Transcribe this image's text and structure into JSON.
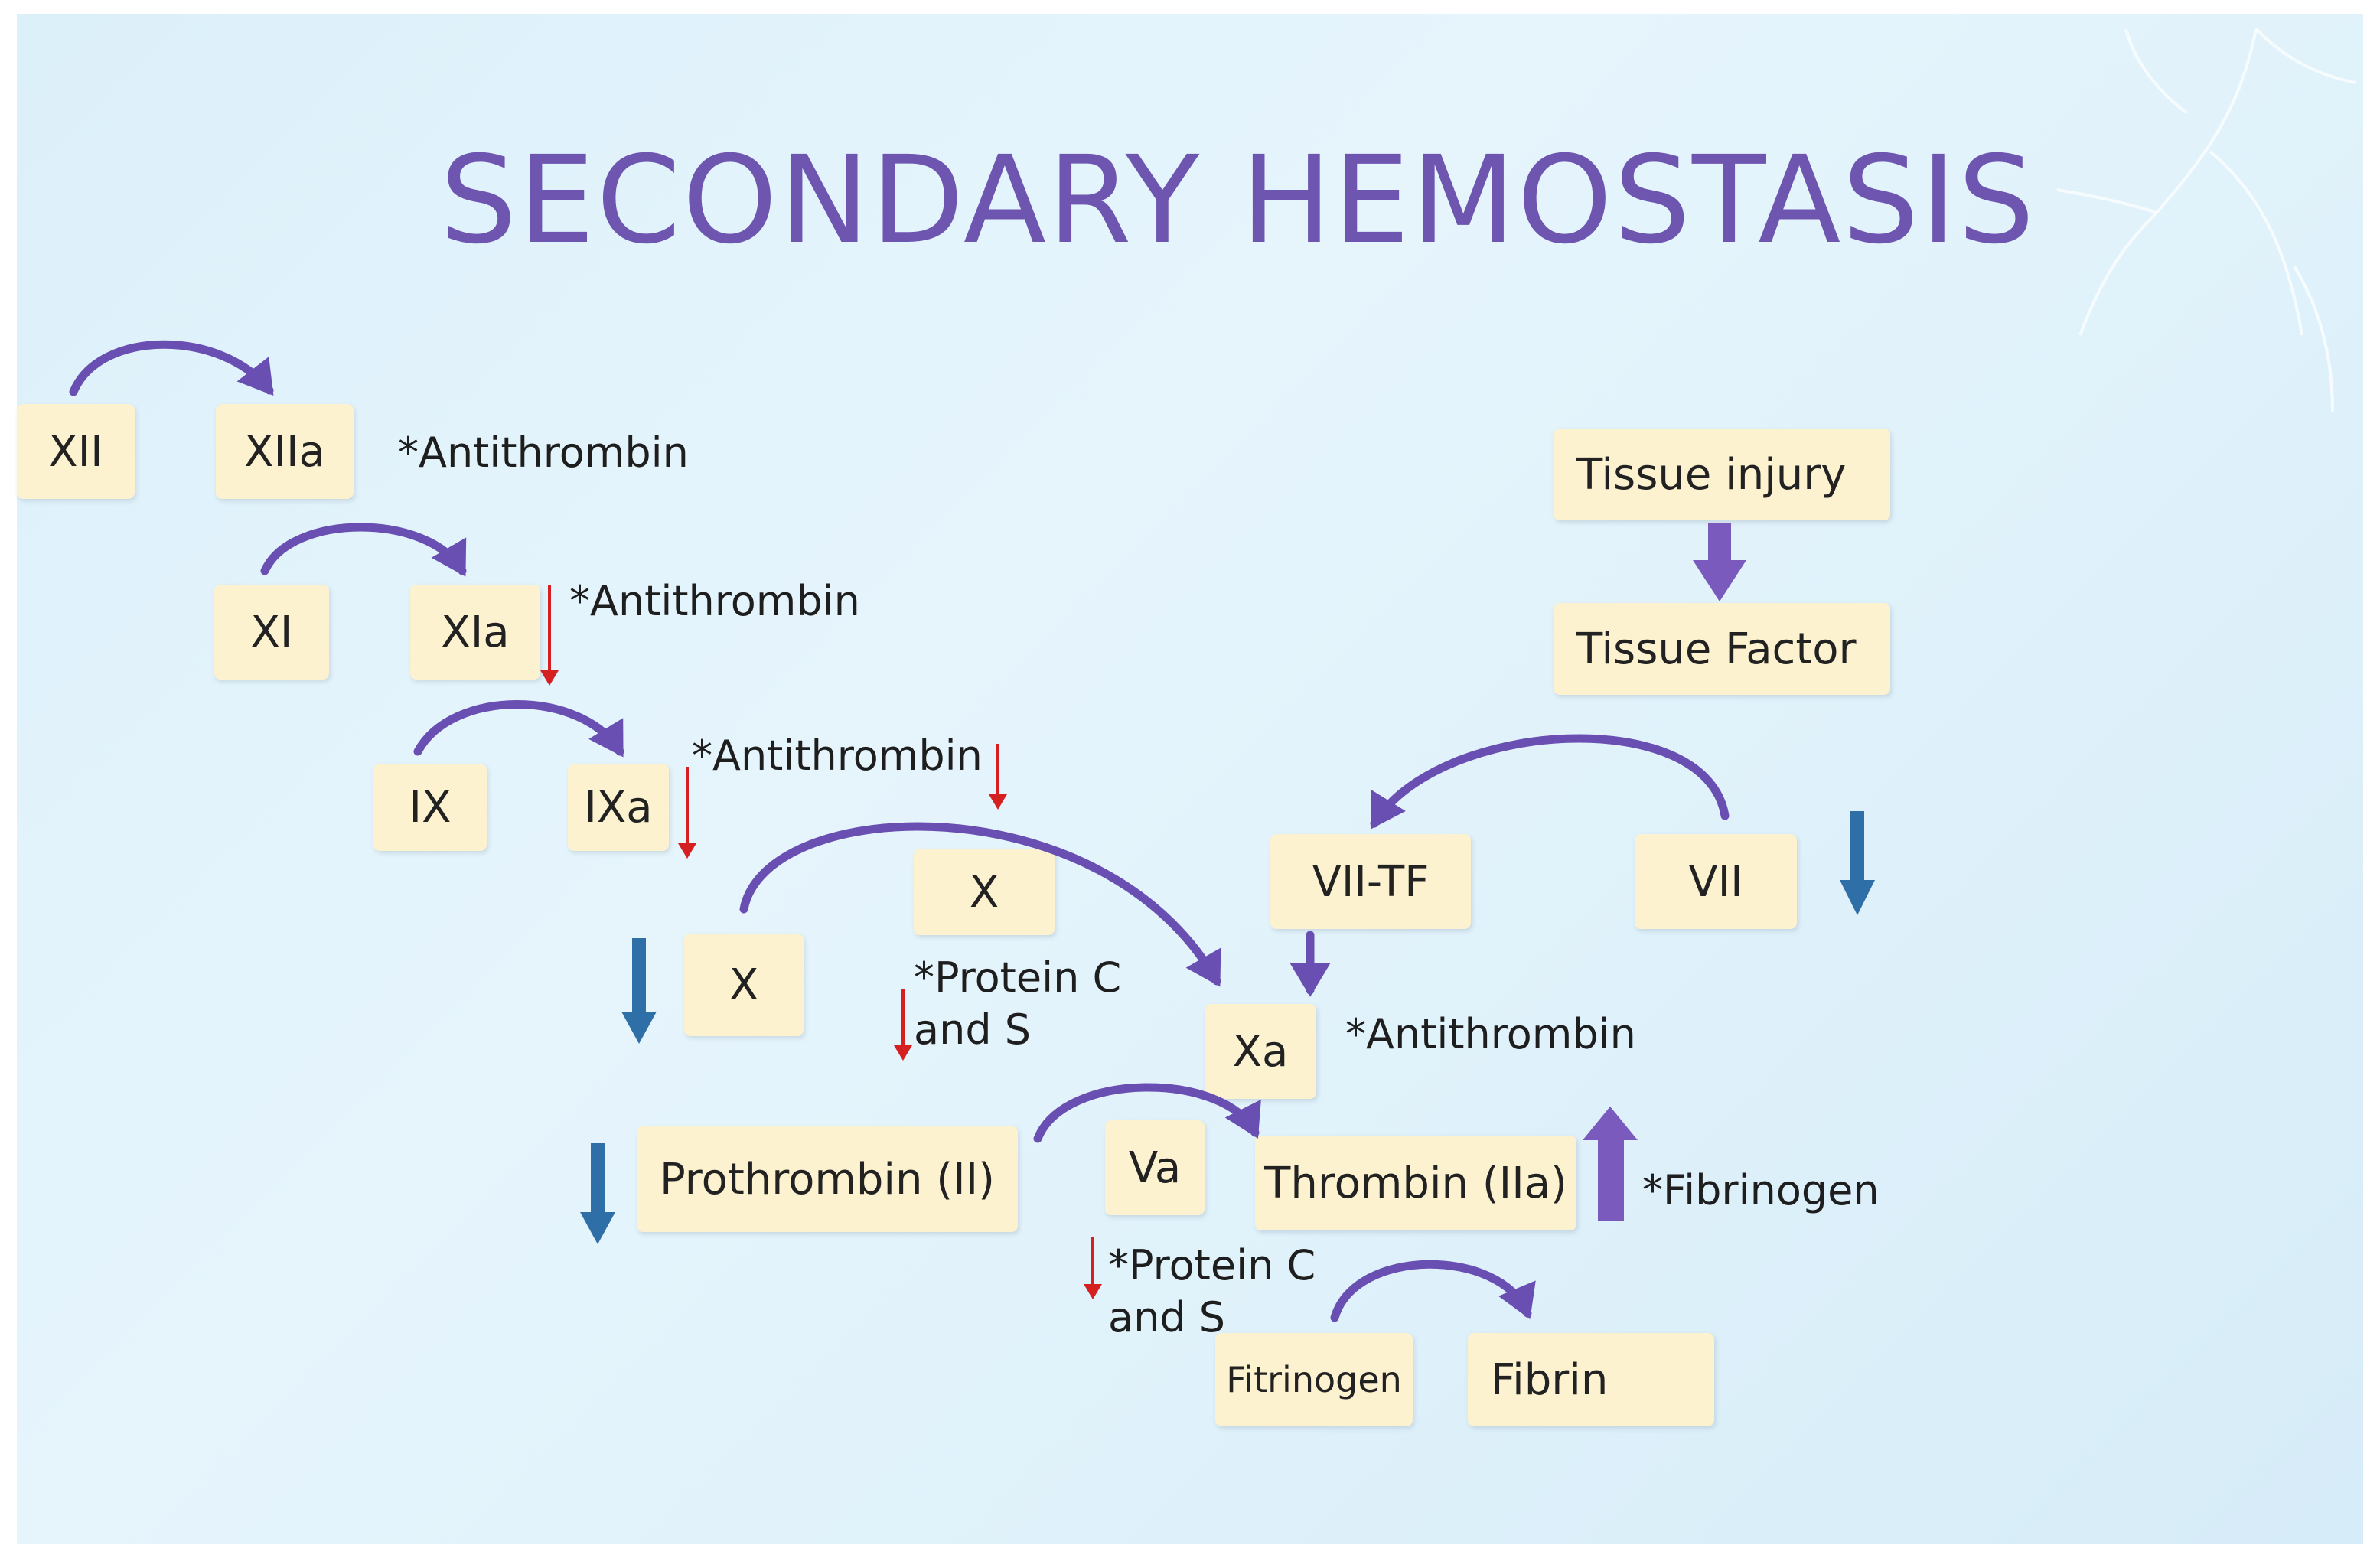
{
  "title": "SECONDARY HEMOSTASIS",
  "factors": {
    "xii": "XII",
    "xiia": "XIIa",
    "xi": "XI",
    "xia": "XIa",
    "ix": "IX",
    "ixa": "IXa",
    "x_left": "X",
    "x_mid": "X",
    "xa": "Xa",
    "vii_tf": "VII-TF",
    "vii": "VII",
    "tissue_injury": "Tissue injury",
    "tissue_factor": "Tissue Factor",
    "prothrombin": "Prothrombin  (II)",
    "va": "Va",
    "thrombin": "Thrombin  (IIa)",
    "fibrinogen_box": "Fitrinogen",
    "fibrin": "Fibrin"
  },
  "notes": {
    "antithrombin_1": "*Antithrombin",
    "antithrombin_2": "*Antithrombin",
    "antithrombin_3": "*Antithrombin",
    "antithrombin_4": "*Antithrombin",
    "protein_cs_1_line1": "*Protein C",
    "protein_cs_1_line2": "and S",
    "protein_cs_2_line1": "*Protein C",
    "protein_cs_2_line2": "and S",
    "fibrinogen_note": "*Fibrinogen"
  },
  "colors": {
    "title": "#6e55b0",
    "curved_arrow": "#6a4fb3",
    "box_fill": "#fcf2cf",
    "blue_arrow": "#2f6fa8",
    "red_arrow": "#d42020",
    "purple_block_arrow": "#7a5bbd"
  }
}
